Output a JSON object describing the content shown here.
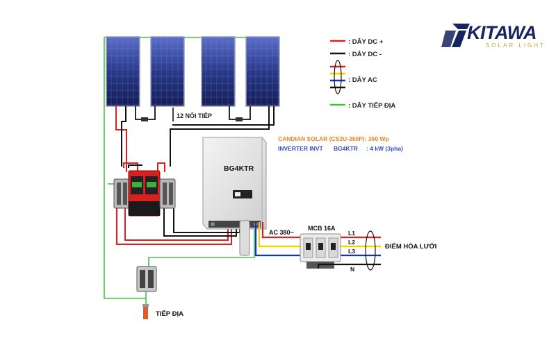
{
  "brand": {
    "name": "KITAWA",
    "tagline": "SOLAR LIGHT",
    "color": "#17245e",
    "accent": "#c8a040"
  },
  "legend": [
    {
      "label": ": DÂY DC +",
      "colors": [
        "#e02020"
      ]
    },
    {
      "label": ": DÂY DC -",
      "colors": [
        "#111111"
      ]
    },
    {
      "label": ": DÂY AC",
      "colors": [
        "#e02020",
        "#f0d000",
        "#1030d0",
        "#111111"
      ]
    },
    {
      "label": ": DÂY TIẾP ĐỊA",
      "colors": [
        "#3cc83c"
      ]
    }
  ],
  "panels": {
    "series_label": "12 NỐI TIẾP"
  },
  "specs": {
    "panel": "CANDIAN SOLAR (CS3U-360P): 360 Wp",
    "inverter_prefix": "INVERTER INVT",
    "inverter_model": "BG4KTR",
    "inverter_power": ": 4 kW (3pha)"
  },
  "inverter": {
    "label": "BG4KTR"
  },
  "ac": {
    "voltage_label": "AC 380~",
    "mcb_label": "MCB 16A",
    "lines": [
      "L1",
      "L2",
      "L3",
      "N"
    ],
    "grid_label": "ĐIỂM HÒA LƯỚI"
  },
  "ground": {
    "label": "TIẾP ĐỊA"
  },
  "colors": {
    "dc_pos": "#e02020",
    "dc_neg": "#111111",
    "ac_yellow": "#f0d000",
    "ac_blue": "#1030d0",
    "ground": "#3cc83c",
    "spec_orange": "#f08020",
    "spec_blue": "#3050c0"
  }
}
